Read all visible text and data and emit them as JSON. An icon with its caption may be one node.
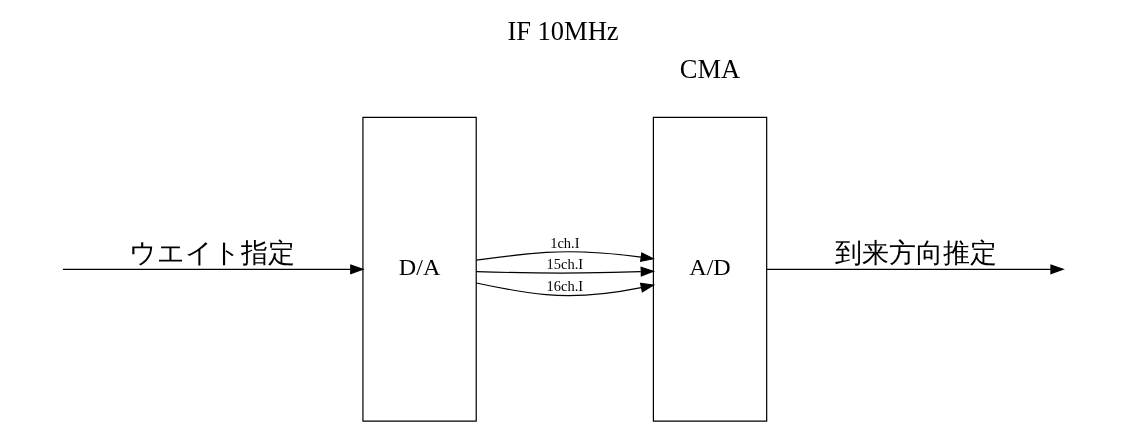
{
  "diagram": {
    "title": "IF 10MHz",
    "nodes": [
      {
        "text": [
          "D/A"
        ]
      },
      {
        "text": [
          "A/D"
        ]
      }
    ],
    "edges": [
      {
        "from": null,
        "to": 0,
        "arrow": "to",
        "label": "ウエイト指定"
      },
      {
        "from": 0,
        "to": 1,
        "arrow": "to",
        "label": "1ch.I"
      },
      {
        "from": 0,
        "to": 1,
        "arrow": "to",
        "label": "15ch.I"
      },
      {
        "from": 0,
        "to": 1,
        "arrow": "to",
        "label": "16ch.I"
      },
      {
        "from": 1,
        "to": null,
        "arrow": "to",
        "label": "到来方向推定"
      }
    ],
    "labels": [
      "CMA"
    ]
  }
}
